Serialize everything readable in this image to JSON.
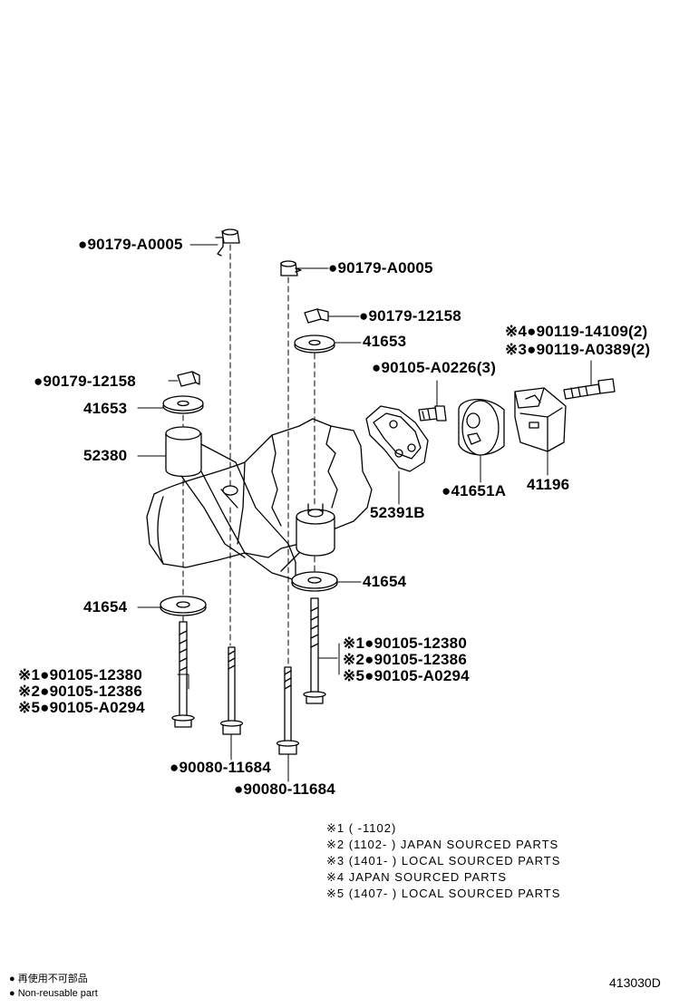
{
  "callouts": {
    "c1": "●90179-A0005",
    "c2": "●90179-A0005",
    "c3": "●90179-12158",
    "c4": "41653",
    "c5": "※4●90119-14109(2)",
    "c6": "※3●90119-A0389(2)",
    "c7": "●90105-A0226(3)",
    "c8": "●90179-12158",
    "c9": "41653",
    "c10": "52380",
    "c11": "●41651A",
    "c12": "41196",
    "c13": "52391B",
    "c14": "41654",
    "c15": "41654",
    "c16": "※1●90105-12380",
    "c17": "※2●90105-12386",
    "c18": "※5●90105-A0294",
    "c19": "※1●90105-12380",
    "c20": "※2●90105-12386",
    "c21": "※5●90105-A0294",
    "c22": "●90080-11684",
    "c23": "●90080-11684"
  },
  "notes": [
    "※1 (     -1102)",
    "※2 (1102-     ) JAPAN SOURCED PARTS",
    "※3 (1401-     ) LOCAL SOURCED PARTS",
    "※4 JAPAN SOURCED PARTS",
    "※5 (1407-     ) LOCAL SOURCED PARTS"
  ],
  "legend": {
    "jp": "● 再使用不可部品",
    "en": "● Non-reusable part"
  },
  "figure_code": "413030D"
}
